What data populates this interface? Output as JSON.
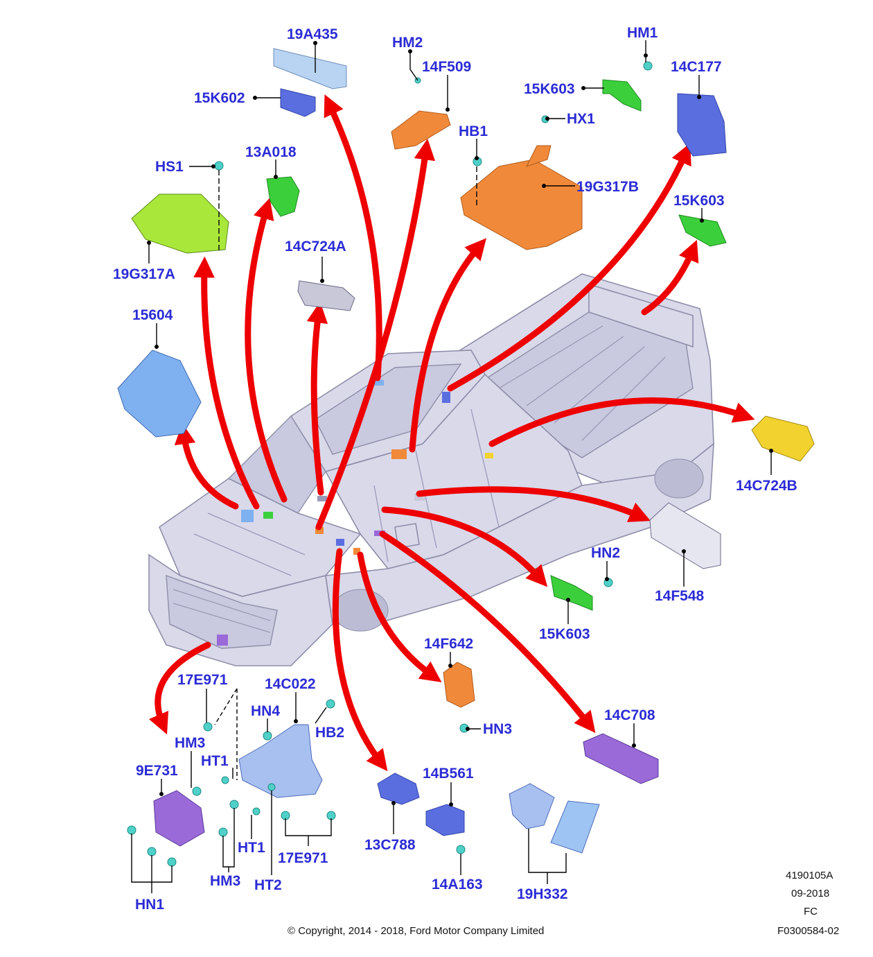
{
  "colors": {
    "label": "#2b2bd6",
    "arrow": "#ee0000",
    "truck_body": "#d9d9ea",
    "module_blue": "#5a6ee0",
    "module_green": "#3ccf3c",
    "module_orange": "#f08a3a",
    "module_yellow": "#f2d22e",
    "module_purple": "#9a6ad8",
    "module_lightblue": "#7fb0f0",
    "module_gray": "#c8c8d8",
    "fastener_teal": "#4fd0c8"
  },
  "callouts": [
    {
      "id": "c01",
      "text": "19A435"
    },
    {
      "id": "c02",
      "text": "15K602"
    },
    {
      "id": "c03",
      "text": "HM2"
    },
    {
      "id": "c04",
      "text": "14F509"
    },
    {
      "id": "c05",
      "text": "HM1"
    },
    {
      "id": "c06",
      "text": "14C177"
    },
    {
      "id": "c07",
      "text": "15K603"
    },
    {
      "id": "c08",
      "text": "HX1"
    },
    {
      "id": "c09",
      "text": "HB1"
    },
    {
      "id": "c10",
      "text": "19G317B"
    },
    {
      "id": "c11",
      "text": "HS1"
    },
    {
      "id": "c12",
      "text": "13A018"
    },
    {
      "id": "c13",
      "text": "19G317A"
    },
    {
      "id": "c14",
      "text": "14C724A"
    },
    {
      "id": "c15",
      "text": "15K603"
    },
    {
      "id": "c16",
      "text": "15604"
    },
    {
      "id": "c17",
      "text": "14C724B"
    },
    {
      "id": "c18",
      "text": "HN2"
    },
    {
      "id": "c19",
      "text": "14F548"
    },
    {
      "id": "c20",
      "text": "15K603"
    },
    {
      "id": "c21",
      "text": "14F642"
    },
    {
      "id": "c22",
      "text": "HN3"
    },
    {
      "id": "c23",
      "text": "14C708"
    },
    {
      "id": "c24",
      "text": "17E971"
    },
    {
      "id": "c25",
      "text": "14C022"
    },
    {
      "id": "c26",
      "text": "HN4"
    },
    {
      "id": "c27",
      "text": "HB2"
    },
    {
      "id": "c28",
      "text": "HM3"
    },
    {
      "id": "c29",
      "text": "HT1"
    },
    {
      "id": "c30",
      "text": "9E731"
    },
    {
      "id": "c31",
      "text": "HT1"
    },
    {
      "id": "c32",
      "text": "17E971"
    },
    {
      "id": "c33",
      "text": "HM3"
    },
    {
      "id": "c34",
      "text": "HT2"
    },
    {
      "id": "c35",
      "text": "HN1"
    },
    {
      "id": "c36",
      "text": "14B561"
    },
    {
      "id": "c37",
      "text": "13C788"
    },
    {
      "id": "c38",
      "text": "14A163"
    },
    {
      "id": "c39",
      "text": "19H332"
    }
  ],
  "footer": {
    "copyright": "© Copyright, 2014 - 2018, Ford Motor Company Limited",
    "ref_number": "4190105A",
    "date": "09-2018",
    "code": "FC",
    "figure_id": "F0300584-02"
  }
}
